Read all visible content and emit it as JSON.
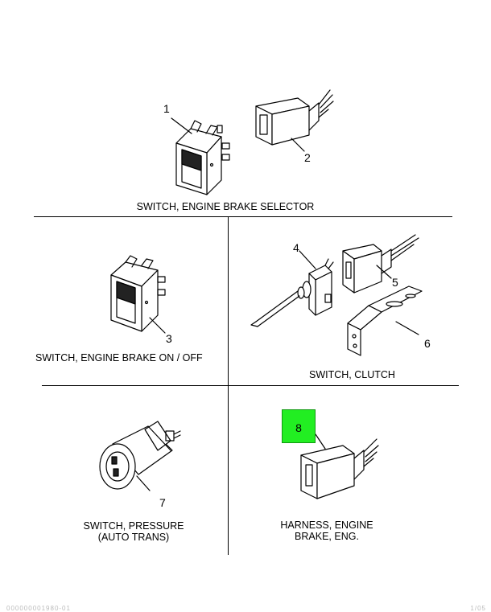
{
  "captions": {
    "engine_brake_selector": "SWITCH, ENGINE BRAKE SELECTOR",
    "engine_brake_on_off": "SWITCH, ENGINE BRAKE ON / OFF",
    "clutch": "SWITCH, CLUTCH",
    "pressure_line1": "SWITCH, PRESSURE",
    "pressure_line2": "(AUTO TRANS)",
    "harness_line1": "HARNESS, ENGINE",
    "harness_line2": "BRAKE, ENG."
  },
  "callouts": {
    "c1": "1",
    "c2": "2",
    "c3": "3",
    "c4": "4",
    "c5": "5",
    "c6": "6",
    "c7": "7",
    "c8": "8"
  },
  "highlight": {
    "callout": "8",
    "color": "#22ee22"
  },
  "footer": {
    "left": "000000001980-01",
    "right": "1/05"
  }
}
